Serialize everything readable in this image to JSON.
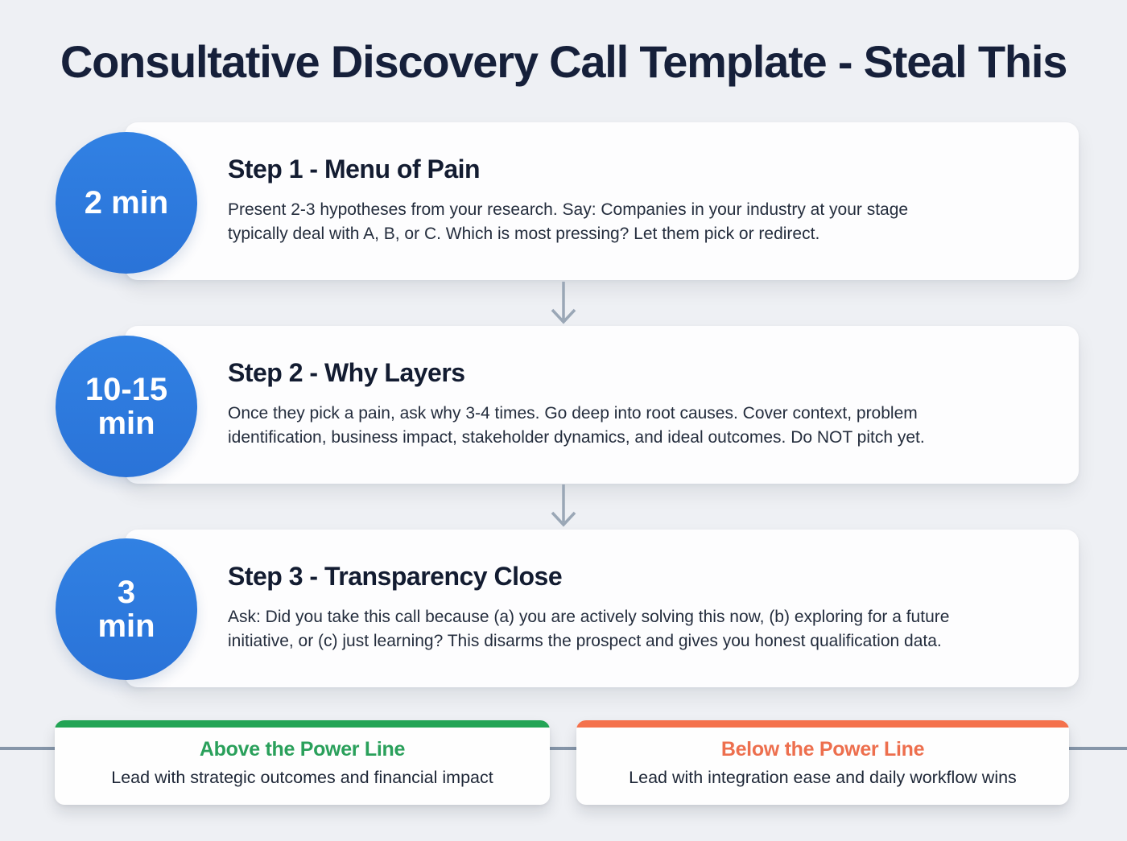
{
  "title": "Consultative Discovery Call Template - Steal This",
  "colors": {
    "background": "#eef0f4",
    "card": "#fdfdfe",
    "heading_navy": "#16203a",
    "body_text": "#242d3d",
    "circle_blue": "#2d7ade",
    "arrow_gray": "#9aa7b6",
    "power_line_gray": "#8696a9",
    "above_green": "#23a455",
    "below_orange": "#ee6f4d"
  },
  "steps": [
    {
      "time": "2 min",
      "heading": "Step 1 - Menu of Pain",
      "body": "Present 2-3 hypotheses from your research. Say: Companies in your industry at your stage\ntypically deal with A, B, or C. Which is most pressing? Let them pick or redirect."
    },
    {
      "time": "10-15\nmin",
      "heading": "Step 2 - Why Layers",
      "body": "Once they pick a pain, ask why 3-4 times. Go deep into root causes. Cover context, problem\nidentification, business impact, stakeholder dynamics, and ideal outcomes. Do NOT pitch yet."
    },
    {
      "time": "3\nmin",
      "heading": "Step 3 - Transparency Close",
      "body": "Ask: Did you take this call because (a) you are actively solving this now, (b) exploring for a future\ninitiative, or (c) just learning? This disarms the prospect and gives you honest qualification data."
    }
  ],
  "power_line": {
    "above": {
      "title": "Above the Power Line",
      "body": "Lead with strategic outcomes and financial impact",
      "accent": "#23a455"
    },
    "below": {
      "title": "Below the Power Line",
      "body": "Lead with integration ease and daily workflow wins",
      "accent": "#ee6f4d"
    }
  }
}
